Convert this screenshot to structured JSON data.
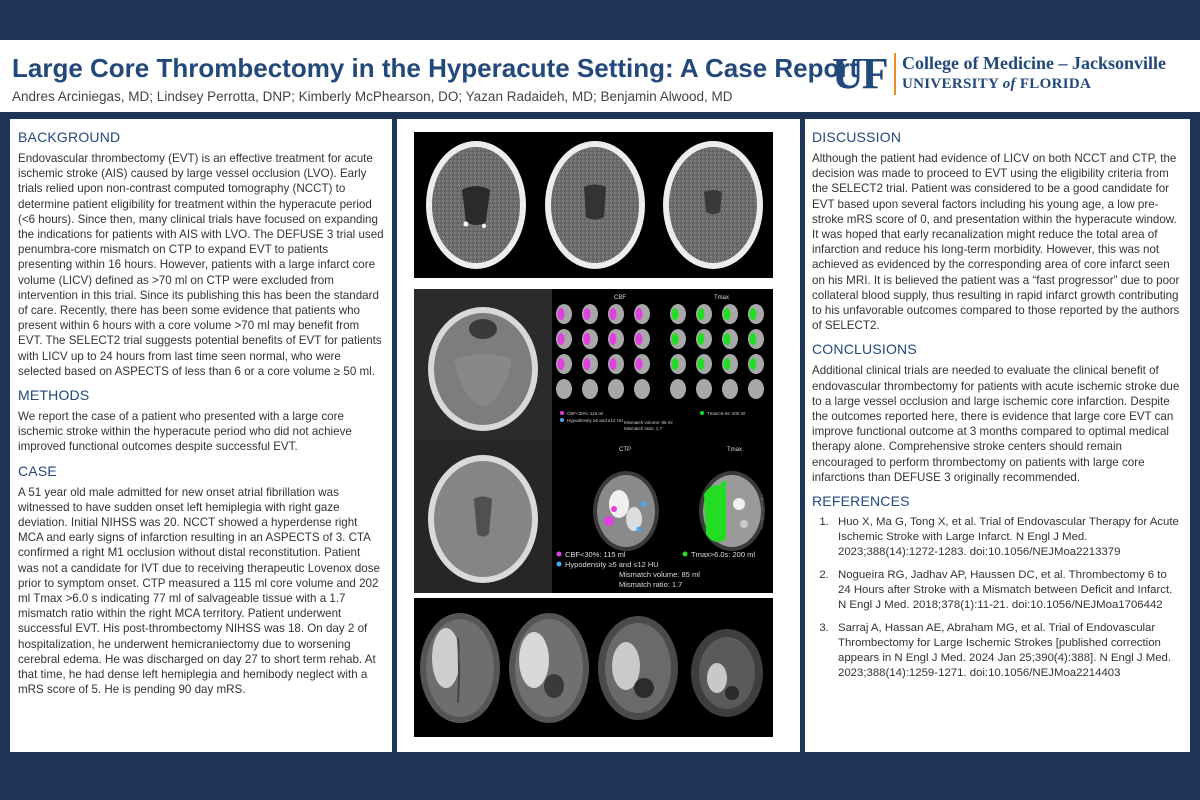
{
  "poster": {
    "title": "Large Core Thrombectomy in the Hyperacute Setting: A Case Report",
    "authors": "Andres Arciniegas, MD; Lindsey Perrotta, DNP; Kimberly McPhearson, DO; Yazan Radaideh, MD; Benjamin Alwood, MD"
  },
  "logo": {
    "mark": "UF",
    "line1": "College of Medicine – Jacksonville",
    "line2_a": "UNIVERSITY ",
    "line2_of": "of",
    "line2_b": " FLORIDA"
  },
  "background": {
    "heading": "BACKGROUND",
    "text": "Endovascular thrombectomy (EVT) is an effective treatment for acute ischemic stroke (AIS) caused by large vessel occlusion (LVO). Early trials relied upon non-contrast computed tomography (NCCT) to determine patient eligibility for treatment within the hyperacute period (<6 hours). Since then, many clinical trials have focused on expanding the indications for patients with AIS with LVO. The DEFUSE 3 trial used penumbra-core mismatch on CTP to expand EVT to patients presenting within 16 hours. However, patients with a large infarct core volume (LICV) defined as >70 ml on CTP were excluded from intervention in this trial. Since its publishing this has been the standard of care. Recently, there has been some evidence that patients who present within 6 hours with a core volume >70 ml may benefit from EVT. The SELECT2 trial suggests potential benefits of EVT for patients with LICV up to 24 hours from last time seen normal, who were selected based on ASPECTS of less than 6 or a core volume ≥ 50 ml."
  },
  "methods": {
    "heading": "METHODS",
    "text": "We report the case of a patient who presented with a large core ischemic stroke within the hyperacute period who did not achieve improved functional outcomes despite successful EVT."
  },
  "case": {
    "heading": "CASE",
    "text": "A 51 year old male admitted for new onset atrial fibrillation was witnessed to have sudden onset left hemiplegia with right gaze deviation. Initial NIHSS was 20. NCCT showed a hyperdense right MCA and early signs of infarction resulting in an ASPECTS of 3. CTA confirmed a right M1 occlusion without distal reconstitution. Patient was not a candidate for IVT due to receiving therapeutic Lovenox dose prior to symptom onset. CTP measured a 115 ml core volume and 202 ml Tmax >6.0 s indicating 77 ml of salvageable tissue with a 1.7 mismatch ratio within the right MCA territory. Patient underwent successful EVT. His post-thrombectomy NIHSS was 18. On day 2 of hospitalization, he underwent hemicraniectomy due to worsening cerebral edema. He was discharged on day 27 to short term rehab. At that time, he had dense left hemiplegia and hemibody neglect with a mRS score of 5. He is pending 90 day mRS."
  },
  "discussion": {
    "heading": "DISCUSSION",
    "text": "Although the patient had evidence of LICV on both NCCT and CTP, the decision was made to proceed to EVT using the eligibility criteria from the SELECT2 trial. Patient was considered to be a good candidate for EVT based upon several factors including his young age, a low pre-stroke mRS score of 0, and presentation within the hyperacute window. It was hoped that early recanalization might reduce the total area of infarction and reduce his long-term morbidity. However, this was not achieved as evidenced by the corresponding area of core infarct seen on his MRI. It is believed the patient was a “fast progressor” due to poor collateral blood supply, thus resulting in rapid infarct growth contributing to his unfavorable outcomes compared to those reported by the authors of SELECT2."
  },
  "conclusions": {
    "heading": "CONCLUSIONS",
    "text": "Additional clinical trials are needed to evaluate the clinical benefit of endovascular thrombectomy for patients with acute ischemic stroke due to a large vessel occlusion and large ischemic core infarction. Despite the outcomes reported here, there is evidence that large core EVT can improve functional outcome at 3 months compared to optimal medical therapy alone. Comprehensive stroke centers should remain encouraged to perform thrombectomy on patients with large core infarctions than DEFUSE 3 originally recommended."
  },
  "references": {
    "heading": "REFERENCES",
    "items": [
      "Huo X, Ma G, Tong X, et al. Trial of Endovascular Therapy for Acute Ischemic Stroke with Large Infarct. N Engl J Med. 2023;388(14):1272-1283. doi:10.1056/NEJMoa2213379",
      "Nogueira RG, Jadhav AP, Haussen DC, et al. Thrombectomy 6 to 24 Hours after Stroke with a Mismatch between Deficit and Infarct. N Engl J Med. 2018;378(1):11-21. doi:10.1056/NEJMoa1706442",
      "Sarraj A, Hassan AE, Abraham MG, et al. Trial of Endovascular Thrombectomy for Large Ischemic Strokes [published correction appears in N Engl J Med. 2024 Jan 25;390(4):388]. N Engl J Med. 2023;388(14):1259-1271. doi:10.1056/NEJMoa2214403"
    ]
  },
  "ctp": {
    "cbf_header": "CBF",
    "tmax_header": "Tmax",
    "ctp_header": "CTP",
    "tmax_header2": "Tmax",
    "small_legend_cbf": "CBF<30%: 115 ml",
    "small_legend_hypo": "Hypodensity ≥5 and ≤12 HU",
    "small_legend_tmax": "Tmax>6.0s: 200 ml",
    "small_mismatch_volume": "Mismatch volume: 85 ml",
    "small_mismatch_ratio": "Mismatch ratio: 1.7",
    "legend_cbf": "CBF<30%: 115 ml",
    "legend_hypo": "Hypodensity ≥5 and ≤12 HU",
    "legend_tmax": "Tmax>6.0s: 200 ml",
    "mismatch_volume": "Mismatch volume: 85 ml",
    "mismatch_ratio": "Mismatch ratio: 1.7",
    "colors": {
      "core": "#e040e0",
      "hypodensity": "#4aa8e8",
      "tmax": "#22dd22"
    }
  }
}
